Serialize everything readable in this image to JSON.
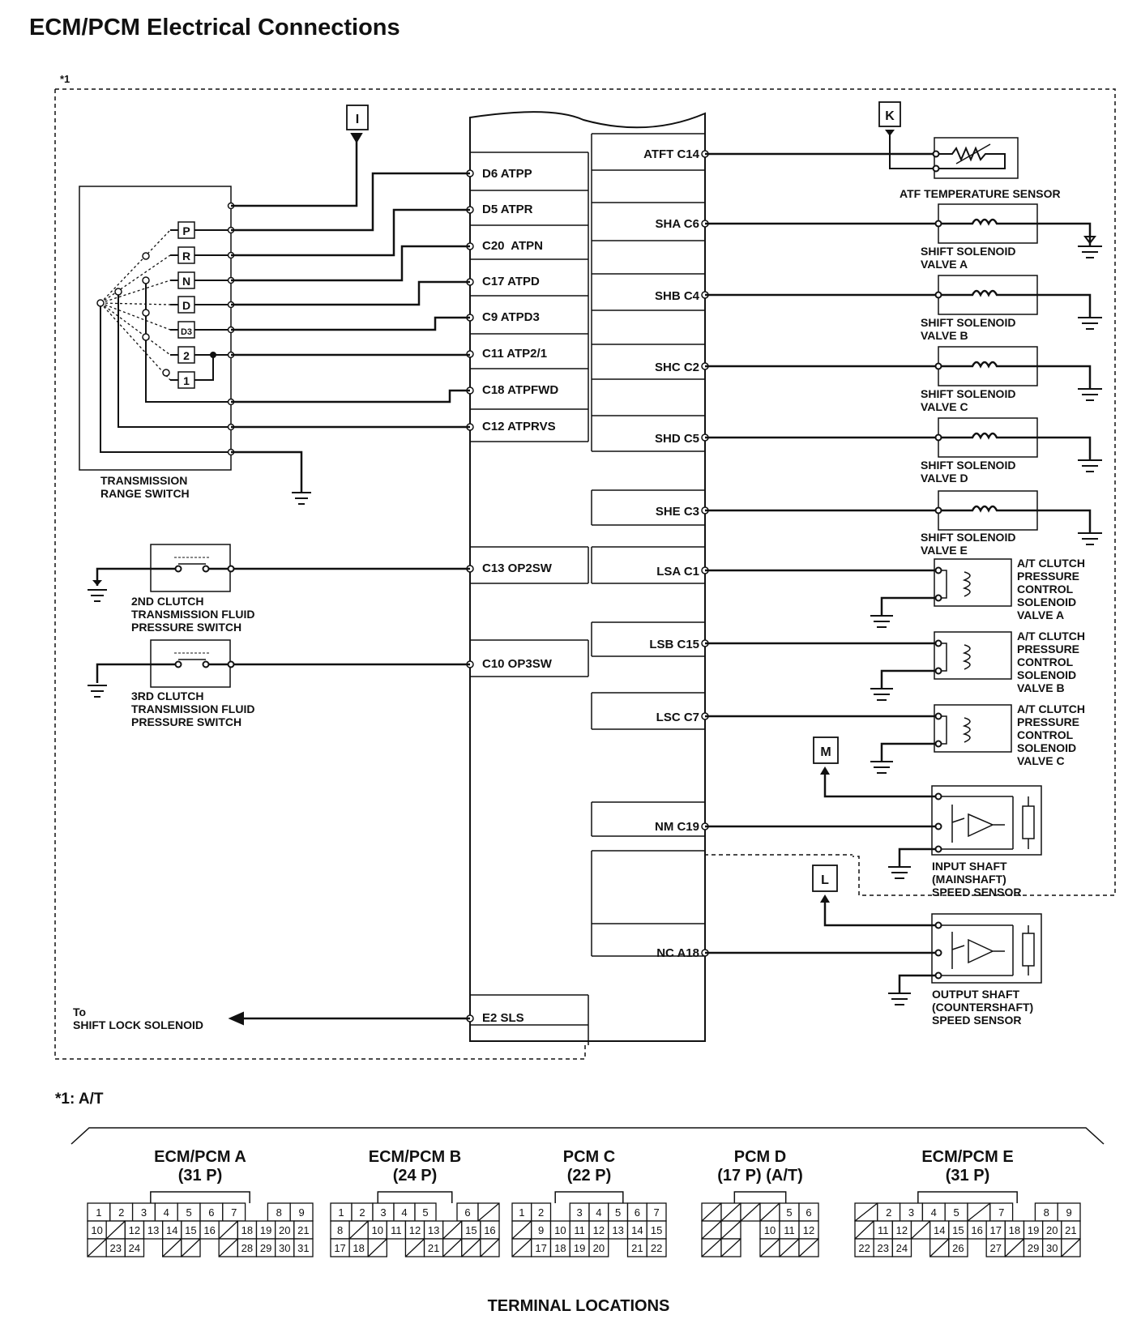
{
  "title": "ECM/PCM Electrical Connections",
  "footnote_mark": "*1",
  "footnote": "*1: A/T",
  "terminal_locations": "TERMINAL LOCATIONS",
  "connector_markers": {
    "i": "I",
    "k": "K",
    "m": "M",
    "l": "L"
  },
  "left_pins": [
    "D6 ATPP",
    "D5 ATPR",
    "C20  ATPN",
    "C17 ATPD",
    "C9 ATPD3",
    "C11 ATP2/1",
    "C18 ATPFWD",
    "C12 ATPRVS",
    "C13 OP2SW",
    "C10 OP3SW",
    "E2 SLS"
  ],
  "right_pins": [
    "ATFT C14",
    "SHA C6",
    "SHB C4",
    "SHC C2",
    "SHD C5",
    "SHE C3",
    "LSA C1",
    "LSB C15",
    "LSC C7",
    "NM C19",
    "NC A18"
  ],
  "range_positions": [
    "P",
    "R",
    "N",
    "D",
    "D3",
    "2",
    "1"
  ],
  "labels": {
    "trs": [
      "TRANSMISSION",
      "RANGE SWITCH"
    ],
    "sw2": [
      "2ND CLUTCH",
      "TRANSMISSION FLUID",
      "PRESSURE SWITCH"
    ],
    "sw3": [
      "3RD CLUTCH",
      "TRANSMISSION FLUID",
      "PRESSURE SWITCH"
    ],
    "atf": [
      "ATF TEMPERATURE SENSOR"
    ],
    "sva": [
      "SHIFT SOLENOID",
      "VALVE A"
    ],
    "svb": [
      "SHIFT SOLENOID",
      "VALVE B"
    ],
    "svc": [
      "SHIFT SOLENOID",
      "VALVE C"
    ],
    "svd": [
      "SHIFT SOLENOID",
      "VALVE D"
    ],
    "sve": [
      "SHIFT SOLENOID",
      "VALVE E"
    ],
    "lsa": [
      "A/T CLUTCH",
      "PRESSURE",
      "CONTROL",
      "SOLENOID",
      "VALVE A"
    ],
    "lsb": [
      "A/T CLUTCH",
      "PRESSURE",
      "CONTROL",
      "SOLENOID",
      "VALVE B"
    ],
    "lsc": [
      "A/T CLUTCH",
      "PRESSURE",
      "CONTROL",
      "SOLENOID",
      "VALVE C"
    ],
    "iss": [
      "INPUT SHAFT",
      "(MAINSHAFT)",
      "SPEED SENSOR"
    ],
    "oss": [
      "OUTPUT SHAFT",
      "(COUNTERSHAFT)",
      "SPEED SENSOR"
    ],
    "sls": [
      "To",
      "SHIFT LOCK SOLENOID"
    ]
  },
  "connectors": [
    {
      "title": [
        "ECM/PCM A",
        "(31 P)"
      ],
      "rows": [
        [
          "1",
          "2",
          "3",
          "4",
          "5",
          "6",
          "7",
          "",
          "8",
          "9"
        ],
        [
          "10",
          "/",
          "12",
          "13",
          "14",
          "15",
          "16",
          "/",
          "18",
          "19",
          "20",
          "21"
        ],
        [
          "/",
          "23",
          "24",
          "",
          "/",
          "/",
          "",
          "/",
          "28",
          "29",
          "30",
          "31"
        ]
      ]
    },
    {
      "title": [
        "ECM/PCM B",
        "(24 P)"
      ],
      "rows": [
        [
          "1",
          "2",
          "3",
          "4",
          "5",
          "",
          "6",
          "/"
        ],
        [
          "8",
          "/",
          "10",
          "11",
          "12",
          "13",
          "/",
          "15",
          "16"
        ],
        [
          "17",
          "18",
          "/",
          "",
          "/",
          "21",
          "/",
          "/",
          "/"
        ]
      ]
    },
    {
      "title": [
        "PCM C",
        "(22 P)"
      ],
      "rows": [
        [
          "1",
          "2",
          "",
          "3",
          "4",
          "5",
          "6",
          "7"
        ],
        [
          "/",
          "9",
          "10",
          "11",
          "12",
          "13",
          "14",
          "15"
        ],
        [
          "/",
          "17",
          "18",
          "19",
          "20",
          "",
          "21",
          "22"
        ]
      ]
    },
    {
      "title": [
        "PCM D",
        "(17 P) (A/T)"
      ],
      "rows": [
        [
          "/",
          "/",
          "/",
          "/",
          "5",
          "6"
        ],
        [
          "/",
          "/",
          "",
          "10",
          "11",
          "12"
        ],
        [
          "/",
          "/",
          "",
          "/",
          "/",
          "/"
        ]
      ]
    },
    {
      "title": [
        "ECM/PCM E",
        "(31 P)"
      ],
      "rows": [
        [
          "/",
          "2",
          "3",
          "4",
          "5",
          "/",
          "7",
          "",
          "8",
          "9"
        ],
        [
          "/",
          "11",
          "12",
          "/",
          "14",
          "15",
          "16",
          "17",
          "18",
          "19",
          "20",
          "21"
        ],
        [
          "22",
          "23",
          "24",
          "",
          "/",
          "26",
          "",
          "27",
          "/",
          "29",
          "30",
          "/"
        ]
      ]
    }
  ]
}
